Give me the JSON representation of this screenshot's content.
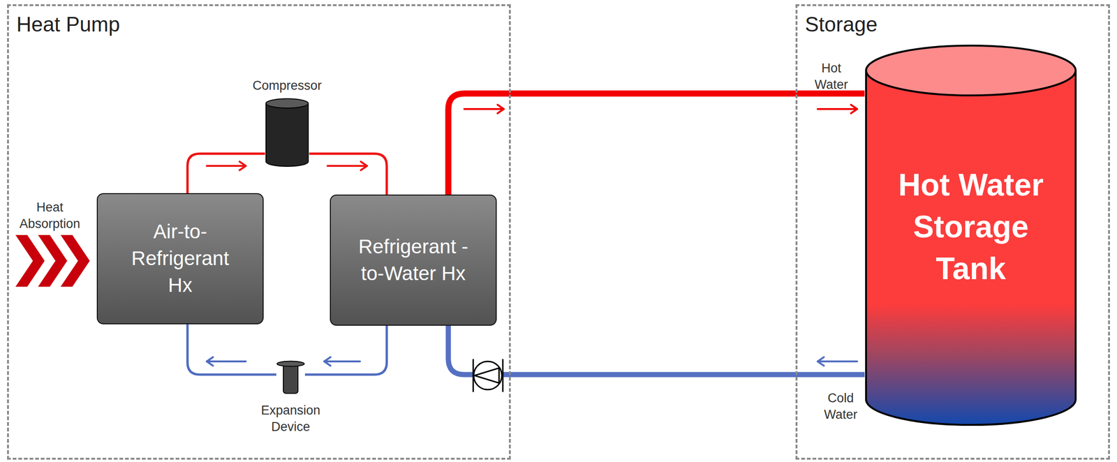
{
  "diagram": {
    "nodes": [
      {
        "text": [
          "Heat Pump"
        ]
      },
      {
        "text": [
          "Air-to-Refrigerant Hx"
        ],
        "in": 0
      },
      {
        "text": [
          "Compressor"
        ],
        "in": 0
      },
      {
        "text": [
          "Refrigerant -to-Water Hx"
        ],
        "in": 0
      },
      {
        "text": [
          "Expansion Device"
        ],
        "in": 0
      },
      {
        "text": [
          "Storage"
        ]
      },
      {
        "text": [
          "Hot Water Storage Tank"
        ],
        "in": 5
      }
    ],
    "edges": [
      {
        "from": 1,
        "to": 2,
        "arrow": "to"
      },
      {
        "from": 2,
        "to": 3,
        "arrow": "to"
      },
      {
        "from": 3,
        "to": 4,
        "arrow": "to"
      },
      {
        "from": 4,
        "to": 1,
        "arrow": "to"
      },
      {
        "from": 3,
        "to": 6,
        "arrow": "to"
      },
      {
        "from": 6,
        "to": 3,
        "arrow": "to"
      }
    ],
    "labels": [
      "Heat Absorption",
      "Hot Water",
      "Cold Water"
    ]
  }
}
